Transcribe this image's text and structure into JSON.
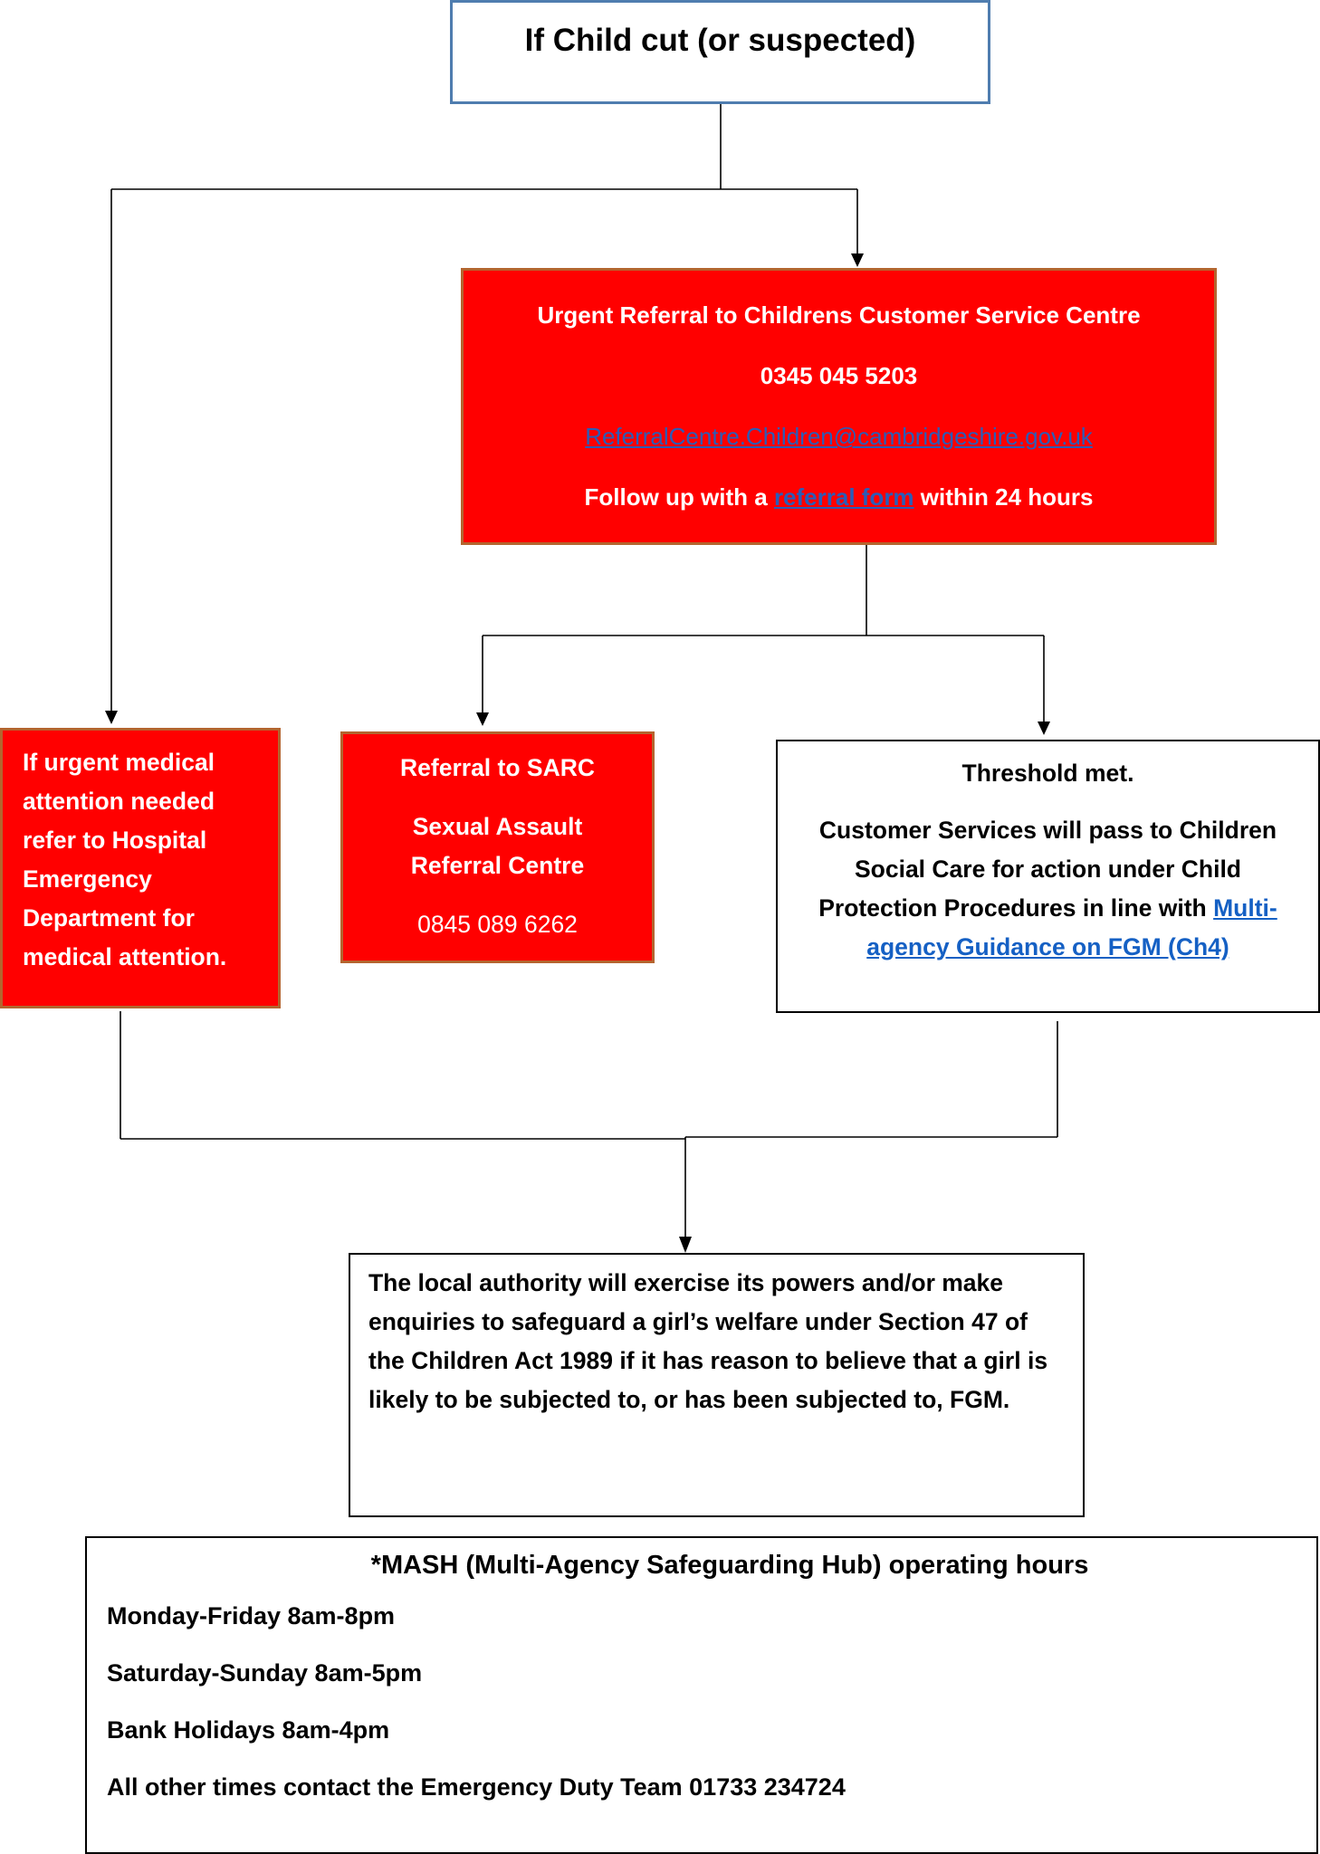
{
  "start": {
    "title": "If Child cut (or suspected)"
  },
  "urgent_referral": {
    "heading": "Urgent Referral to Childrens Customer Service Centre",
    "phone": "0345 045 5203",
    "email": "ReferralCentre.Children@cambridgeshire.gov.uk",
    "follow_up_prefix": "Follow up with a ",
    "follow_up_link": "referral form",
    "follow_up_suffix": " within 24 hours"
  },
  "medical": {
    "text": "If urgent medical attention needed refer to Hospital Emergency Department for medical attention."
  },
  "sarc": {
    "heading": "Referral to SARC",
    "subheading": "Sexual Assault Referral Centre",
    "phone": "0845 089 6262"
  },
  "threshold": {
    "heading": "Threshold met.",
    "body_prefix": "Customer Services will pass to Children Social Care for action under Child Protection Procedures in line with ",
    "body_link": "Multi-agency Guidance on FGM (Ch4)"
  },
  "local_authority": {
    "text": "The local authority will exercise its powers and/or make enquiries to safeguard a girl’s welfare under Section 47 of the Children Act 1989 if it has reason to believe that a girl is likely to be subjected to, or has been subjected to, FGM."
  },
  "mash": {
    "title": "*MASH (Multi-Agency Safeguarding Hub) operating hours",
    "lines": [
      "Monday-Friday 8am-8pm",
      "Saturday-Sunday 8am-5pm",
      "Bank Holidays 8am-4pm",
      "All other times contact the Emergency Duty Team 01733 234724"
    ]
  },
  "colors": {
    "red_fill": "#ff0000",
    "red_border": "#b4652f",
    "start_border": "#4f7daf",
    "link": "#1560c4"
  }
}
